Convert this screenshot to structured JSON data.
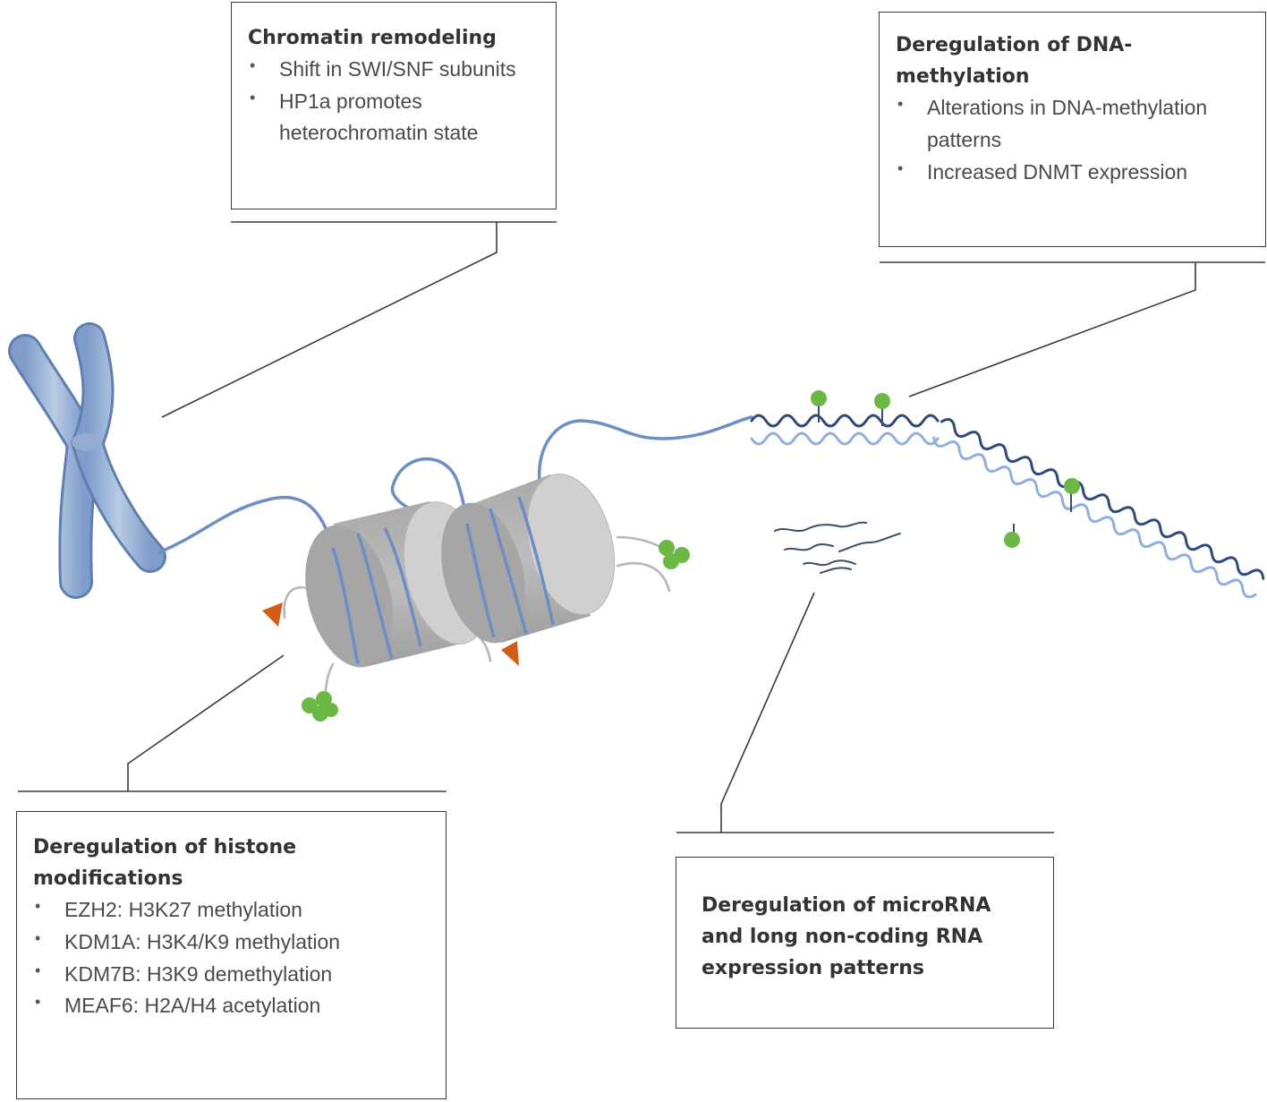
{
  "boxes": {
    "chromatin": {
      "title": "Chromatin remodeling",
      "items": [
        "Shift in SWI/SNF subunits",
        "HP1a promotes heterochromatin state"
      ]
    },
    "dna_methylation": {
      "title": "Deregulation of DNA-methylation",
      "items": [
        "Alterations in DNA-methylation patterns",
        "Increased DNMT expression"
      ]
    },
    "histone": {
      "title": "Deregulation of histone modifications",
      "items": [
        "EZH2: H3K27 methylation",
        "KDM1A: H3K4/K9 methylation",
        "KDM7B: H3K9 demethylation",
        "MEAF6: H2A/H4 acetylation"
      ]
    },
    "rna": {
      "title": "Deregulation of microRNA and long non-coding RNA expression patterns"
    }
  },
  "colors": {
    "dna_strand": "#6b8fc4",
    "chromosome": "#9fb6d6",
    "histone": "#b3b3b3",
    "histone_face": "#d0d0d0",
    "methyl_mark": "#6cb844",
    "acetyl_mark": "#d35c17",
    "callout_line": "#3a3a3a"
  }
}
